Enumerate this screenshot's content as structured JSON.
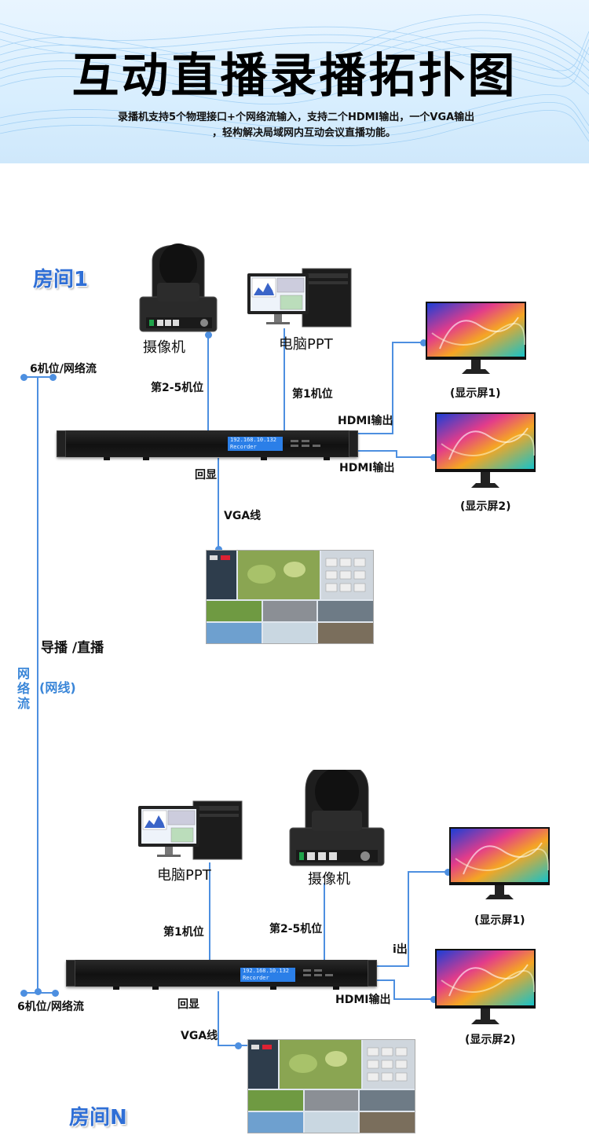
{
  "header": {
    "title": "互动直播录播拓扑图",
    "subtitle_line1": "录播机支持5个物理接口+个网络流输入，支持二个HDMI输出，一个VGA输出",
    "subtitle_line2": "，轻构解决局域网内互动会议直播功能。"
  },
  "colors": {
    "accent": "#2f6fd6",
    "line": "#4d8fe0",
    "lcd": "#2b7fe8"
  },
  "room1": {
    "label": "房间1",
    "camera_label": "摄像机",
    "pc_label": "电脑PPT",
    "cam_input_label": "第2-5机位",
    "pc_input_label": "第1机位",
    "hdmi_label_1": "HDMI输出",
    "hdmi_label_2": "HDMI输出",
    "monitor_1_label": "(显示屏1)",
    "monitor_2_label": "(显示屏2)",
    "playback_label": "回显",
    "vga_label": "VGA线",
    "stream_label": "6机位/网络流",
    "lcd_text": "192.168.10.132\nRecorder"
  },
  "network": {
    "vertical_label": "网络流",
    "director_label": "导播 /直播",
    "cable_label": "(网线)"
  },
  "roomN": {
    "label": "房间N",
    "camera_label": "摄像机",
    "pc_label": "电脑PPT",
    "cam_input_label": "第2-5机位",
    "pc_input_label": "第1机位",
    "hdmi_label_1": "i出",
    "hdmi_label_2": "HDMI输出",
    "monitor_1_label": "(显示屏1)",
    "monitor_2_label": "(显示屏2)",
    "playback_label": "回显",
    "vga_label": "VGA线",
    "stream_label": "6机位/网络流",
    "lcd_text": "192.168.10.132\nRecorder"
  }
}
